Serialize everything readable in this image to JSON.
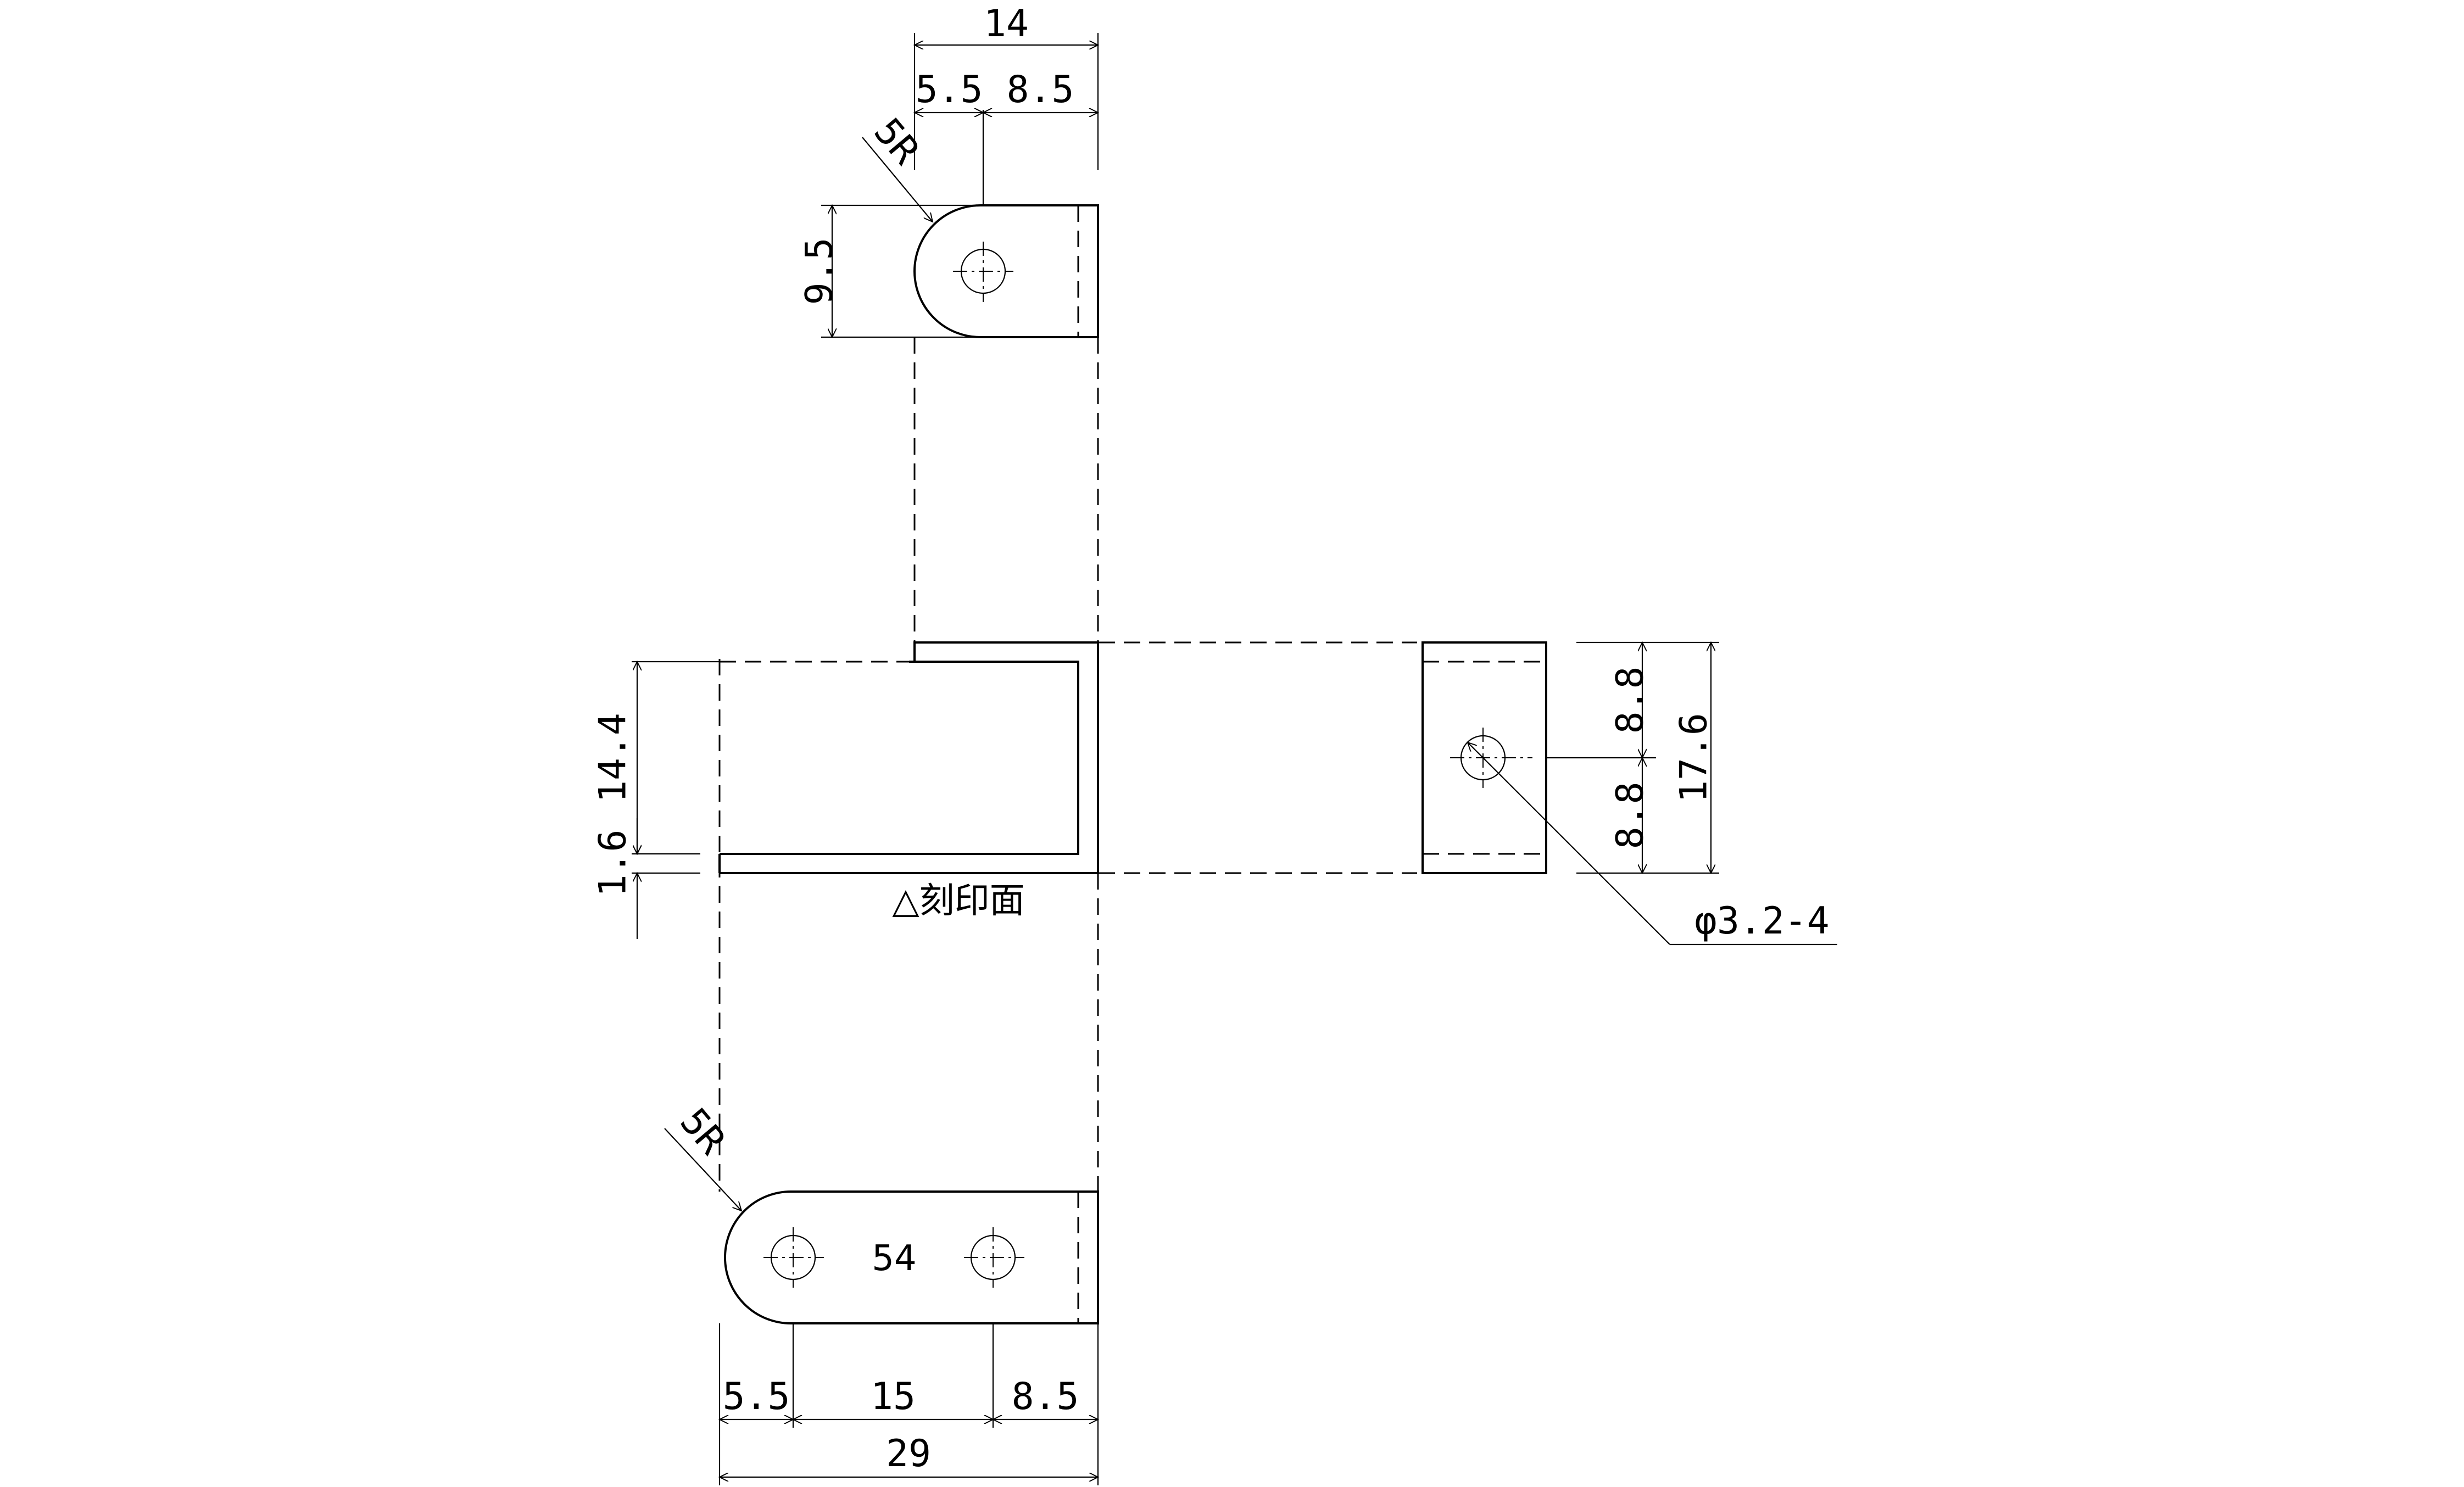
{
  "top_view": {
    "overall_width": "14",
    "hole_offset": "5.5",
    "edge_offset": "8.5",
    "radius": "5R",
    "height": "9.5"
  },
  "front_view": {
    "height": "14.4",
    "thickness": "1.6",
    "stamp_face_label": "△刻印面"
  },
  "side_view": {
    "upper_half": "8.8",
    "lower_half": "8.8",
    "overall_height": "17.6",
    "hole_callout": "φ3.2-4"
  },
  "bottom_view": {
    "radius": "5R",
    "part_number": "54",
    "left_offset": "5.5",
    "hole_pitch": "15",
    "right_offset": "8.5",
    "overall_width": "29"
  }
}
